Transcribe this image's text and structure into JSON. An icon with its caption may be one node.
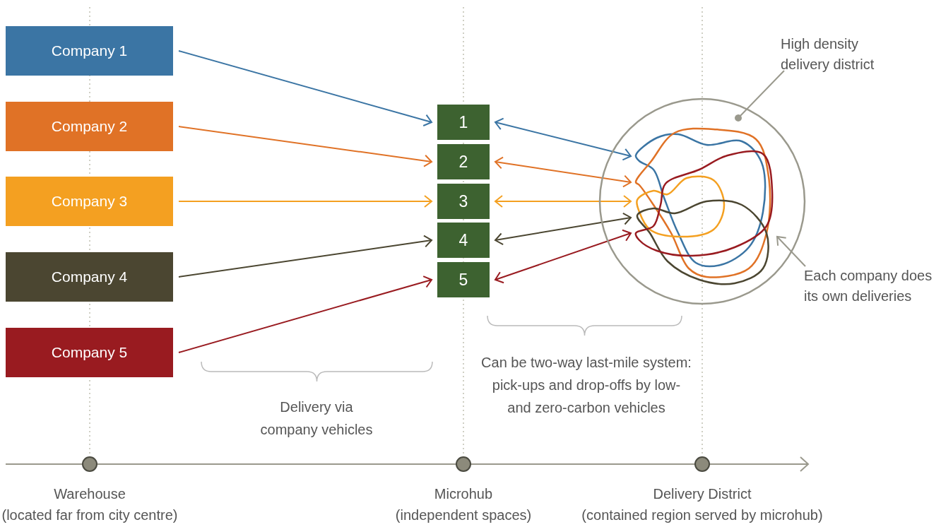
{
  "diagram": {
    "nodes": [
      {
        "text": [
          "Company 1"
        ]
      },
      {
        "text": [
          "Company 2"
        ]
      },
      {
        "text": [
          "Company 3"
        ]
      },
      {
        "text": [
          "Company 4"
        ]
      },
      {
        "text": [
          "Company 5"
        ]
      },
      {
        "text": [
          "1"
        ]
      },
      {
        "text": [
          "2"
        ]
      },
      {
        "text": [
          "3"
        ]
      },
      {
        "text": [
          "4"
        ]
      },
      {
        "text": [
          "5"
        ]
      },
      {
        "text": [],
        "shape": "circle"
      },
      {
        "text": [
          "High density delivery district"
        ]
      },
      {
        "text": [
          "Each company does its own deliveries"
        ]
      }
    ],
    "edges": [
      {
        "from": 0,
        "to": 5,
        "arrow": "to",
        "color": "#3b75a4"
      },
      {
        "from": 1,
        "to": 6,
        "arrow": "to",
        "color": "#e07226"
      },
      {
        "from": 2,
        "to": 7,
        "arrow": "to",
        "color": "#f4a021"
      },
      {
        "from": 3,
        "to": 8,
        "arrow": "to",
        "color": "#4b4631"
      },
      {
        "from": 4,
        "to": 9,
        "arrow": "to",
        "color": "#991b20"
      },
      {
        "from": 5,
        "to": 10,
        "arrow": "both",
        "color": "#3b75a4"
      },
      {
        "from": 6,
        "to": 10,
        "arrow": "both",
        "color": "#e07226"
      },
      {
        "from": 7,
        "to": 10,
        "arrow": "both",
        "color": "#f4a021"
      },
      {
        "from": 8,
        "to": 10,
        "arrow": "both",
        "color": "#4b4631"
      },
      {
        "from": 9,
        "to": 10,
        "arrow": "both",
        "color": "#991b20"
      },
      {
        "from": 11,
        "to": 10,
        "arrow": "other",
        "color": "#9a998d"
      },
      {
        "from": 12,
        "to": 10,
        "arrow": "to",
        "color": "#9a998d"
      }
    ],
    "labels": [
      "Delivery via company vehicles",
      "Can be two-way last-mile system: pick-ups and drop-offs by low- and zero-carbon vehicles",
      "Warehouse",
      "(located far from city centre)",
      "Microhub",
      "(independent spaces)",
      "Delivery District",
      "(contained region served by microhub)"
    ]
  }
}
